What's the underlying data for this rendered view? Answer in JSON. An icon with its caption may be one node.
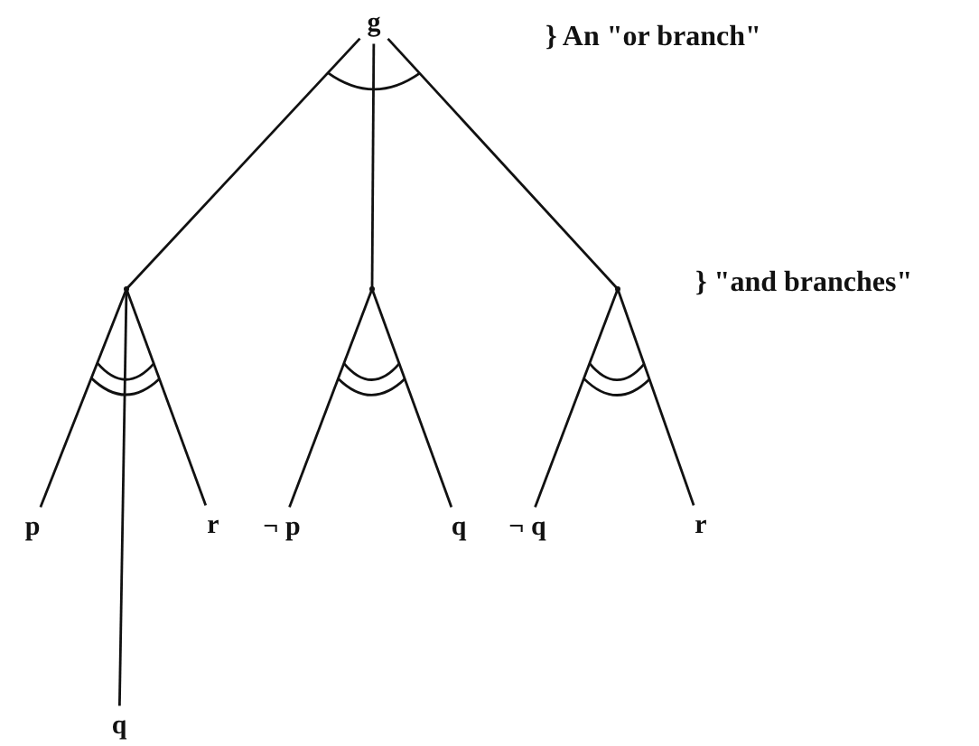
{
  "diagram": {
    "nodes": [
      {
        "text": [
          "g"
        ]
      },
      {
        "text": [],
        "shape": "point"
      },
      {
        "text": [],
        "shape": "point"
      },
      {
        "text": [],
        "shape": "point"
      },
      {
        "text": [
          "p"
        ]
      },
      {
        "text": [
          "q"
        ]
      },
      {
        "text": [
          "r"
        ]
      },
      {
        "text": [
          "¬ p"
        ]
      },
      {
        "text": [
          "q"
        ]
      },
      {
        "text": [
          "¬ q"
        ]
      },
      {
        "text": [
          "r"
        ]
      }
    ],
    "edges": [
      {
        "from": 0,
        "to": 1,
        "arrow": "none"
      },
      {
        "from": 0,
        "to": 2,
        "arrow": "none"
      },
      {
        "from": 0,
        "to": 3,
        "arrow": "none"
      },
      {
        "from": 1,
        "to": 4,
        "arrow": "none"
      },
      {
        "from": 1,
        "to": 5,
        "arrow": "none"
      },
      {
        "from": 1,
        "to": 6,
        "arrow": "none"
      },
      {
        "from": 2,
        "to": 7,
        "arrow": "none"
      },
      {
        "from": 2,
        "to": 8,
        "arrow": "none"
      },
      {
        "from": 3,
        "to": 9,
        "arrow": "none"
      },
      {
        "from": 3,
        "to": 10,
        "arrow": "none"
      }
    ],
    "labels": [
      "} An \"or branch\"",
      "} \"and branches\""
    ]
  }
}
